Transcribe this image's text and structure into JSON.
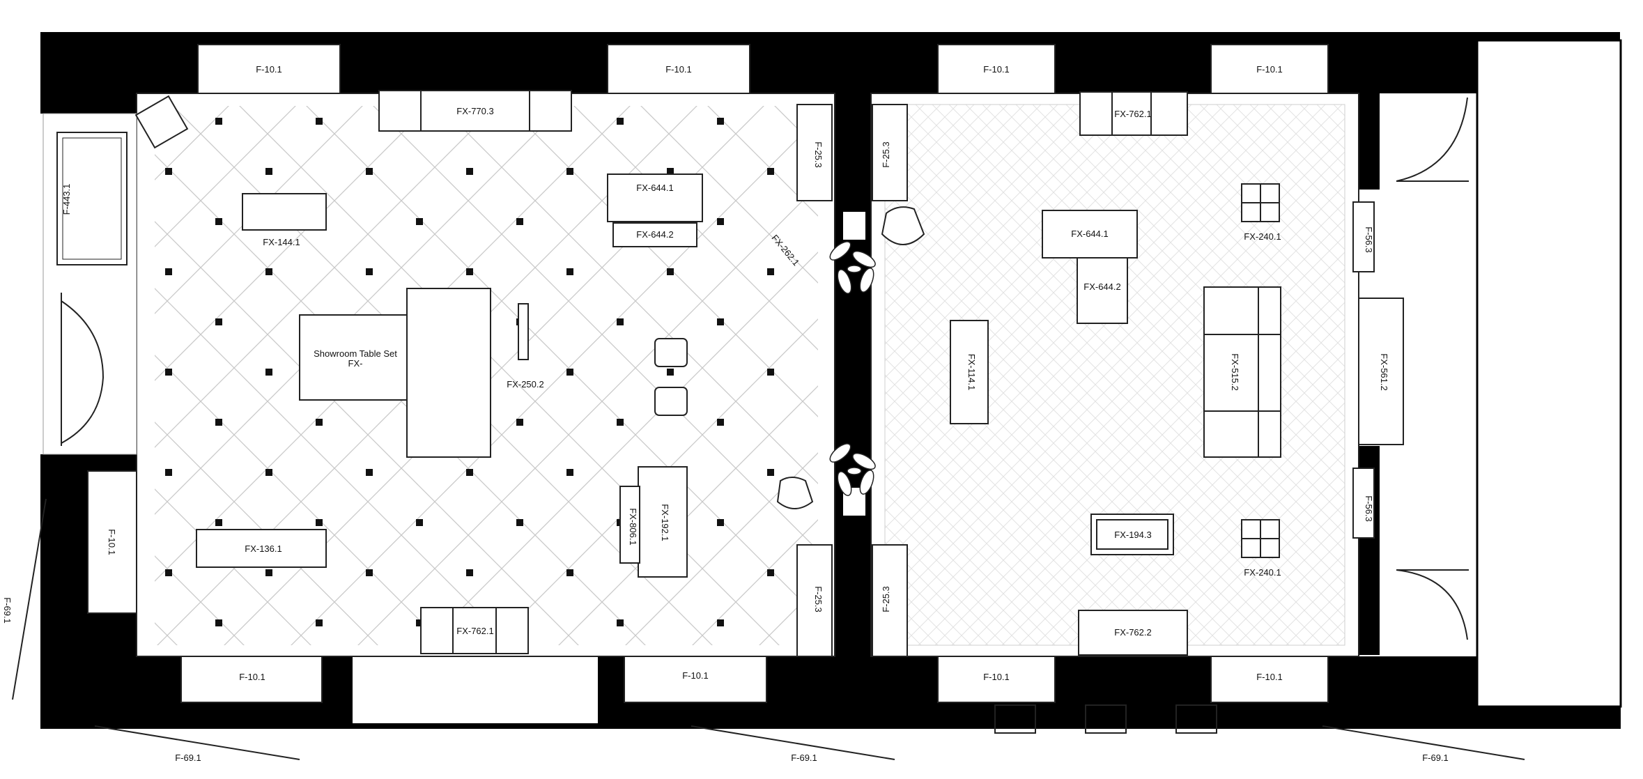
{
  "labels": {
    "f10_top_1": "F-10.1",
    "f10_top_2": "F-10.1",
    "f10_top_3": "F-10.1",
    "f10_top_4": "F-10.1",
    "f10_bot_1": "F-10.1",
    "f10_bot_2": "F-10.1",
    "f10_bot_3": "F-10.1",
    "f10_bot_4": "F-10.1",
    "f10_left": "F-10.1",
    "fx770": "FX-770.3",
    "fx762_top": "FX-762.1",
    "fx762_bot_left": "FX-762.1",
    "fx762_bot_right": "FX-762.2",
    "f25_1": "F-25.3",
    "f25_2": "F-25.3",
    "f25_3": "F-25.3",
    "f25_4": "F-25.3",
    "fx644_1_left": "FX-644.1",
    "fx644_2_left": "FX-644.2",
    "fx644_1_right": "FX-644.1",
    "fx644_2_right": "FX-644.2",
    "fx144": "FX-144.1",
    "fx136": "FX-136.1",
    "fx250": "FX-250.2",
    "fx262": "FX-262.1",
    "fx806": "FX-806.1",
    "fx192": "FX-192.1",
    "table_set_1": "Showroom Table Set",
    "table_set_2": "FX-",
    "fx114": "FX-114.1",
    "fx515": "FX-515.2",
    "fx194": "FX-194.3",
    "fx240_top": "FX-240.1",
    "fx240_bot": "FX-240.1",
    "f56_top": "F-56.3",
    "f56_bot": "F-56.3",
    "fx561": "FX-561.2",
    "f443": "F-443.1",
    "f69_1": "F-69.1",
    "f69_2": "F-69.1",
    "f69_3": "F-69.1",
    "f69_side": "F-69.1"
  },
  "colors": {
    "wall": "#000000",
    "line": "#222222",
    "light": "#bdbdbd",
    "background": "#ffffff"
  }
}
